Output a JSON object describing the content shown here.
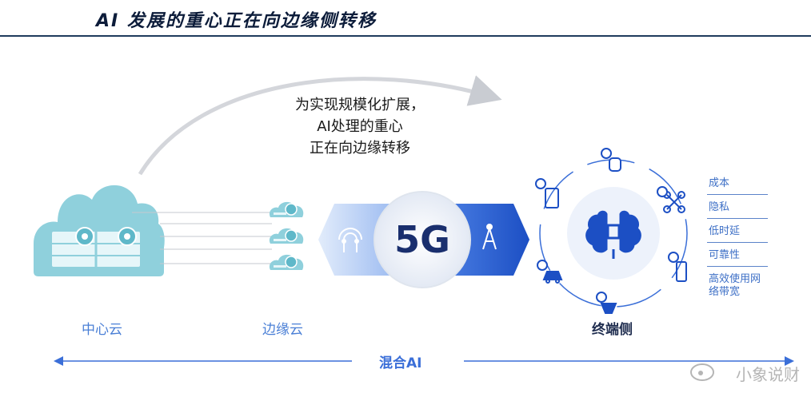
{
  "slide": {
    "title": "AI 发展的重心正在向边缘侧转移"
  },
  "headline": {
    "lines": [
      "为实现规模化扩展，",
      "AI处理的重心",
      "正在向边缘转移"
    ]
  },
  "labels": {
    "central_cloud": "中心云",
    "edge_cloud": "边缘云",
    "endpoint": "终端侧",
    "hybrid_ai": "混合AI",
    "network": "5G"
  },
  "benefits": [
    "成本",
    "隐私",
    "低时延",
    "可靠性",
    "高效使用网络带宽"
  ],
  "watermark": "小象说财",
  "colors": {
    "cloud_teal": "#8fd0dc",
    "accent_blue": "#3b6fd8",
    "dark_blue": "#1c4fc4",
    "label_blue": "#4a7fd6"
  },
  "icons": [
    "cloud-server-icon",
    "edge-cloud-icon",
    "antenna-icon",
    "tower-icon",
    "brain-chip-icon",
    "tablet-icon",
    "watch-icon",
    "drone-icon",
    "phone-icon",
    "car-icon",
    "speaker-icon",
    "weibo-icon"
  ]
}
